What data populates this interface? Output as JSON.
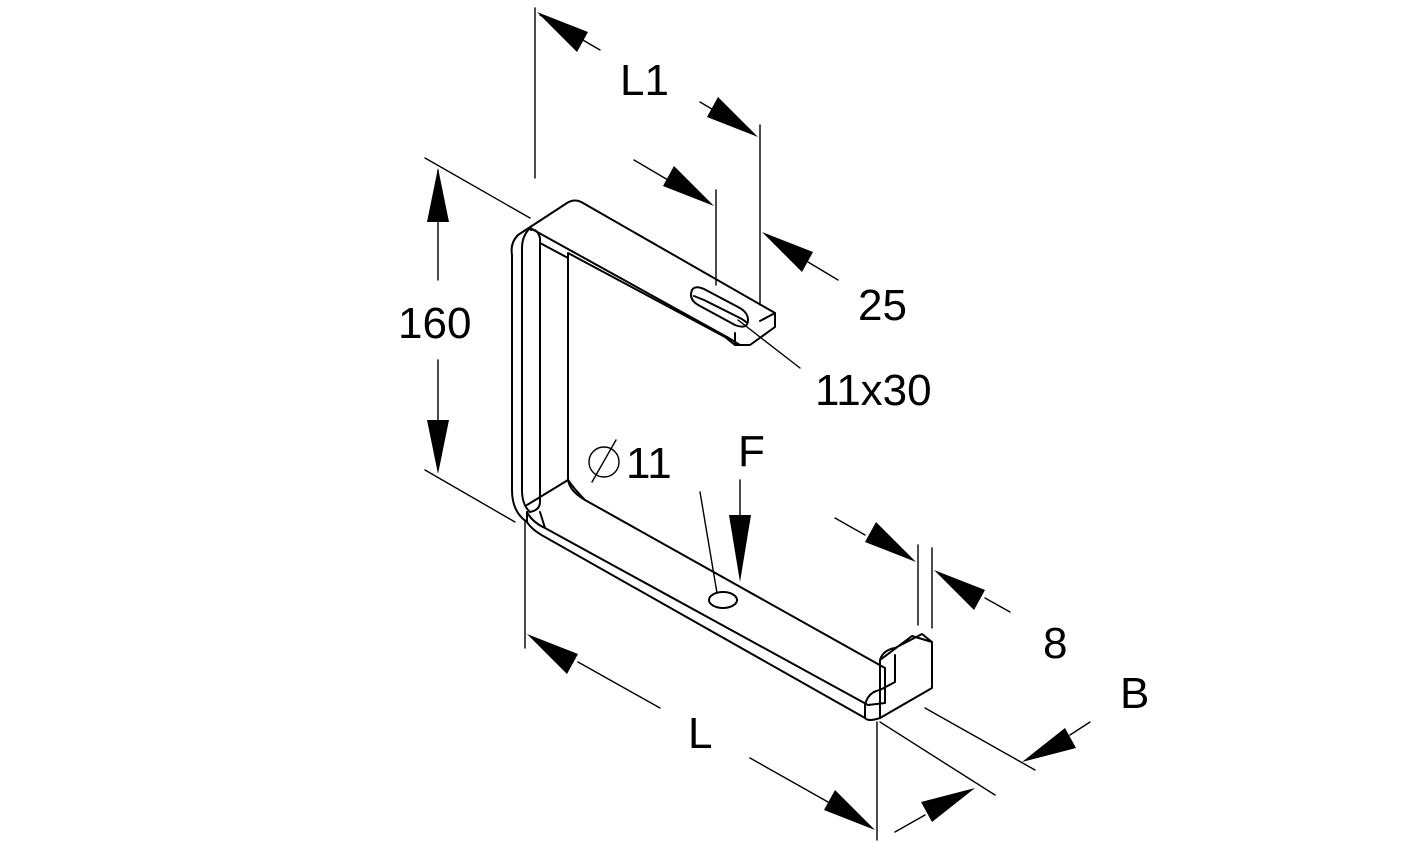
{
  "labels": {
    "L1": "L1",
    "L": "L",
    "dim_160": "160",
    "dim_25": "25",
    "slot": "11x30",
    "hole_diameter": "11",
    "force": "F",
    "thickness": "8",
    "width": "B"
  },
  "colors": {
    "ink": "#000000",
    "background": "#ffffff"
  }
}
